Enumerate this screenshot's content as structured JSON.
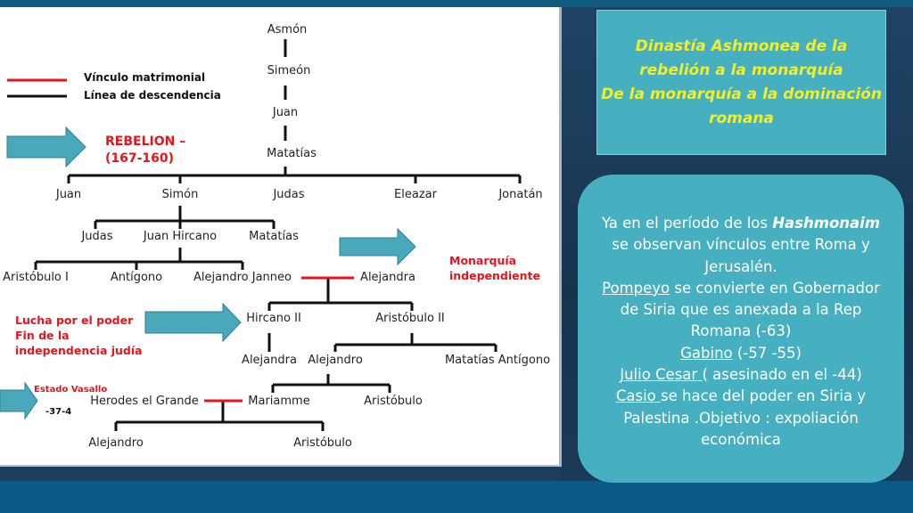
{
  "legend": {
    "marriage": "Vínculo matrimonial",
    "descent": "Línea de descendencia",
    "marriage_color": "#e8141c",
    "descent_color": "#111111"
  },
  "nodes": {
    "asmon": "Asmón",
    "simeon": "Simeón",
    "juan1": "Juan",
    "matatias1": "Matatías",
    "juan2": "Juan",
    "simon": "Simón",
    "judas1": "Judas",
    "eleazar": "Eleazar",
    "jonatan": "Jonatán",
    "judas2": "Judas",
    "juan_hircano": "Juan Hircano",
    "matatias2": "Matatías",
    "aristobulo_i": "Aristóbulo I",
    "antigono": "Antígono",
    "alejandro_janneo": "Alejandro Janneo",
    "alejandra1": "Alejandra",
    "hircano_ii": "Hircano II",
    "aristobulo_ii": "Aristóbulo II",
    "alejandra2": "Alejandra",
    "alejandro1": "Alejandro",
    "matatias_antigono": "Matatías Antígono",
    "herodes": "Herodes el Grande",
    "mariamme": "Mariamme",
    "aristobulo1": "Aristóbulo",
    "alejandro2": "Alejandro",
    "aristobulo2": "Aristóbulo"
  },
  "annotations": {
    "rebelion_1": "REBELION –",
    "rebelion_2": "(167-160)",
    "monarquia_1": "Monarquía",
    "monarquia_2": "independiente",
    "lucha_1": "Lucha por el poder",
    "lucha_2": "Fin de la",
    "lucha_3": "independencia judía",
    "vasallo": "Estado Vasallo",
    "year": "-37-4"
  },
  "title": {
    "line1": "Dinastía Ashmonea  de la",
    "line2": "rebelión a la monarquía",
    "line3": "De la monarquía a la dominación",
    "line4": "romana"
  },
  "info": {
    "l1_pre": "Ya en el período de los ",
    "l1_bold": "Hashmonaim",
    "l2": "se observan vínculos entre Roma y",
    "l3": "Jerusalén.",
    "l4_u": "Pompeyo",
    "l4_rest": " se convierte en Gobernador",
    "l5": "de Siria que es anexada a la Rep",
    "l6": "Romana (-63)",
    "l7_u": "Gabino",
    "l7_rest": " (-57 -55)",
    "l8_u": "Julio Cesar ",
    "l8_rest": "( asesinado en el -44)",
    "l9_u": "Casio ",
    "l9_rest": " se hace del poder en Siria y",
    "l10": "Palestina .Objetivo : expoliación",
    "l11": "económica"
  },
  "colors": {
    "panel": "#46b0c0",
    "title_text": "#f2ef2a",
    "arrow": "#4aa8bb",
    "annotation_red": "#e8141c"
  }
}
